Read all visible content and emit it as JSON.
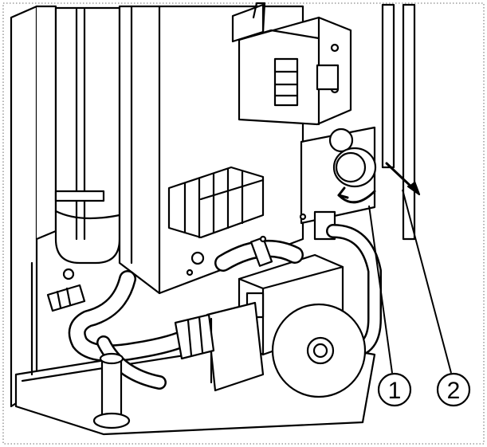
{
  "callouts": [
    {
      "label": "1",
      "target": "screw"
    },
    {
      "label": "2",
      "target": "cap-removal"
    }
  ],
  "colors": {
    "ink": "#000000",
    "paper": "#ffffff",
    "frame": "#8a8a8a"
  }
}
